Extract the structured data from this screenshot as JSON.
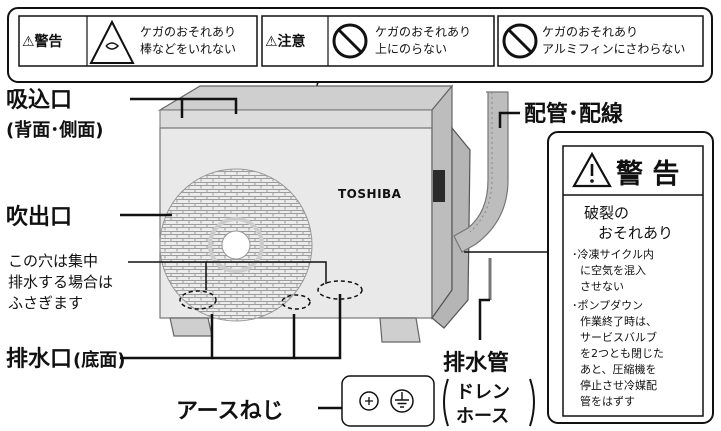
{
  "labels": {
    "warning_banner": [
      {
        "kind": "⚠警告",
        "line1": "ケガのおそれあり",
        "line2": "棒などをいれない"
      },
      {
        "kind": "⚠注意",
        "line1": "ケガのおそれあり",
        "line2": "上にのらない"
      },
      {
        "line1": "ケガのおそれあり",
        "line2": "アルミフィンにさわらない"
      }
    ],
    "intake": "吸込口",
    "intake_sub": "(背面･側面)",
    "piping": "配管･配線",
    "outlet": "吹出口",
    "hole_note": [
      "この穴は集中",
      "排水する場合は",
      "ふさぎます"
    ],
    "drain_outlet": "排水口",
    "drain_outlet_sub": "(底面)",
    "drain_pipe": "排水管",
    "drain_hose": [
      "ドレン",
      "ホース"
    ],
    "earth_screw": "アースねじ",
    "brand": "TOSHIBA"
  },
  "side_warning": {
    "title": "警 告",
    "heading_1": "破裂の",
    "heading_2": "おそれあり",
    "items": [
      [
        "･冷凍サイクル内",
        "に空気を混入",
        "させない"
      ],
      [
        "･ポンプダウン",
        "作業終了時は、",
        "サービスバルブ",
        "を2つとも閉じた",
        "あと、圧縮機を",
        "停止させ冷媒配",
        "管をはずす"
      ]
    ]
  },
  "icons": [
    "warning-triangle-icon",
    "no-entry-icon",
    "earth-ground-icon"
  ],
  "colors": {
    "line": "#111111",
    "unit_body": "#e9e9e9",
    "unit_top": "#d2d2d2",
    "fan": "#bdbdbd"
  }
}
